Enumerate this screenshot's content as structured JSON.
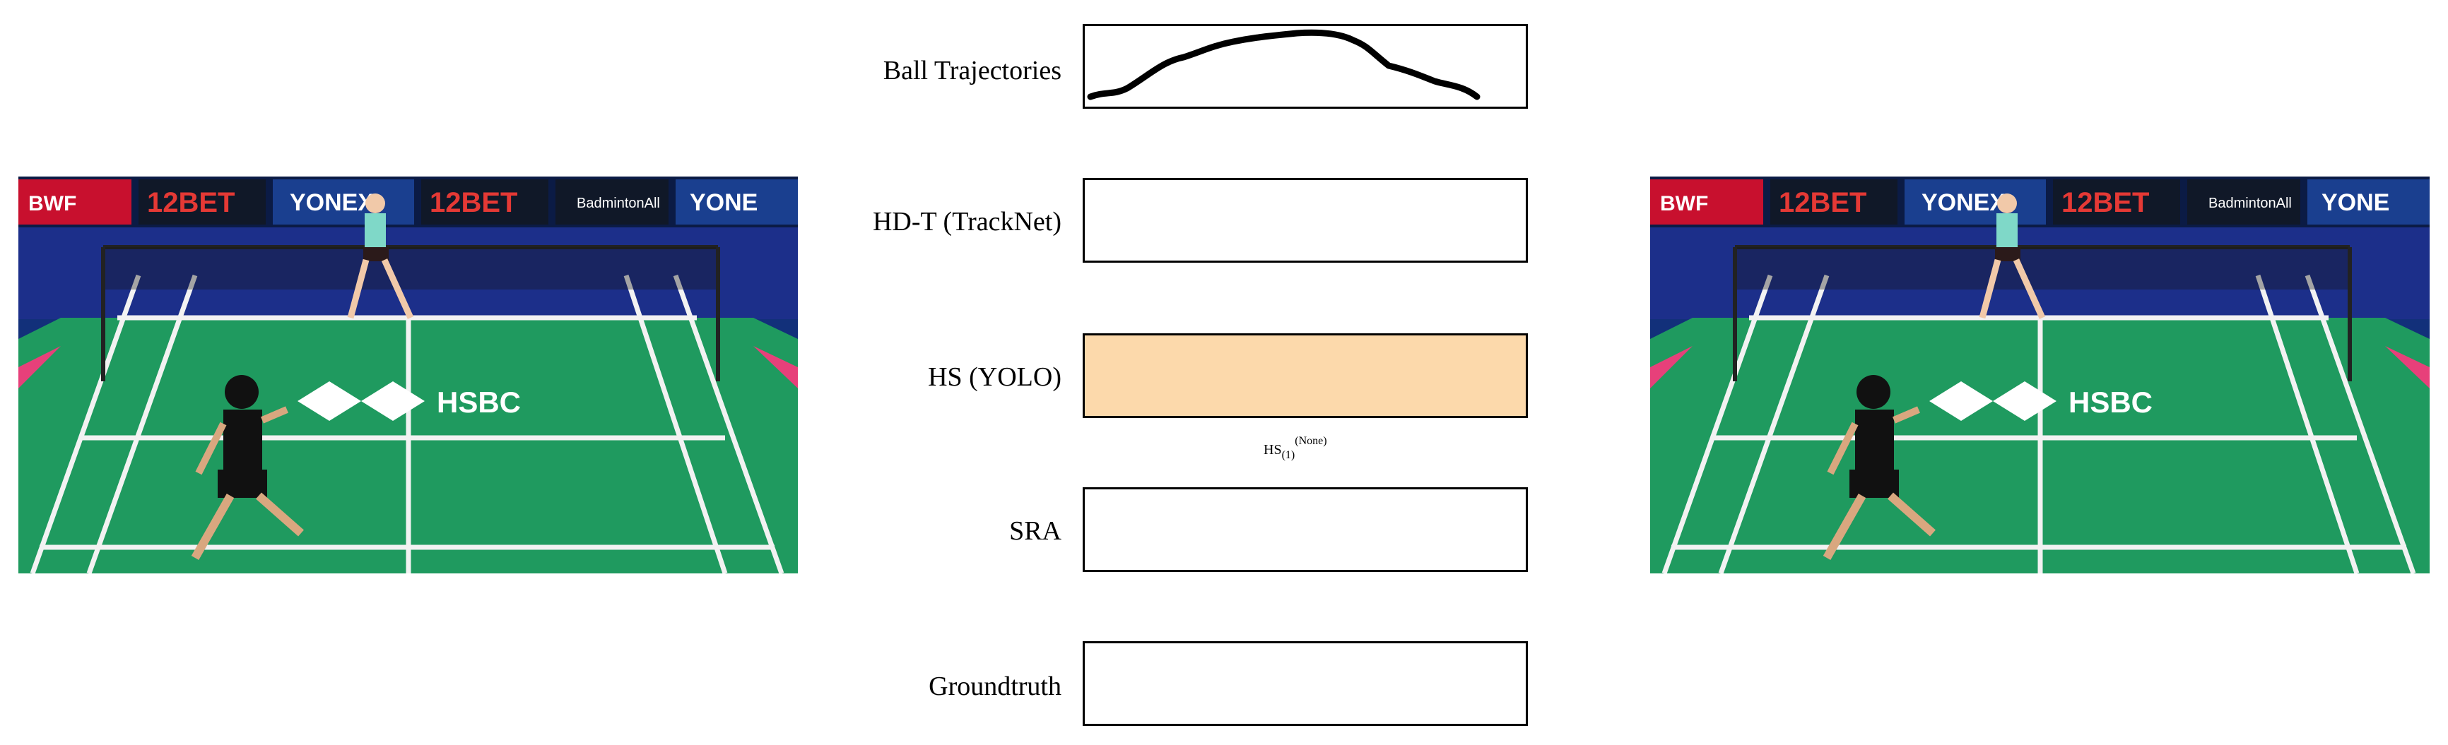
{
  "rows": [
    {
      "label": "Ball Trajectories",
      "fill": "#ffffff"
    },
    {
      "label": "HD-T (TrackNet)",
      "fill": "#ffffff"
    },
    {
      "label": "HS (YOLO)",
      "fill": "#fcd9ab"
    },
    {
      "label": "SRA",
      "fill": "#ffffff"
    },
    {
      "label": "Groundtruth",
      "fill": "#ffffff"
    }
  ],
  "note": {
    "base": "HS",
    "sub": "(1)",
    "sup": "(None)"
  },
  "court_banner": {
    "sponsors": [
      "BWF",
      "12BET",
      "YONEX",
      "12BET",
      "BadmintonAll",
      "YONE"
    ],
    "floor_text": "HSBC"
  },
  "colors": {
    "court_green": "#1f9a5f",
    "highlight": "#fcd9ab",
    "banner_blue": "#1a3f8f"
  }
}
